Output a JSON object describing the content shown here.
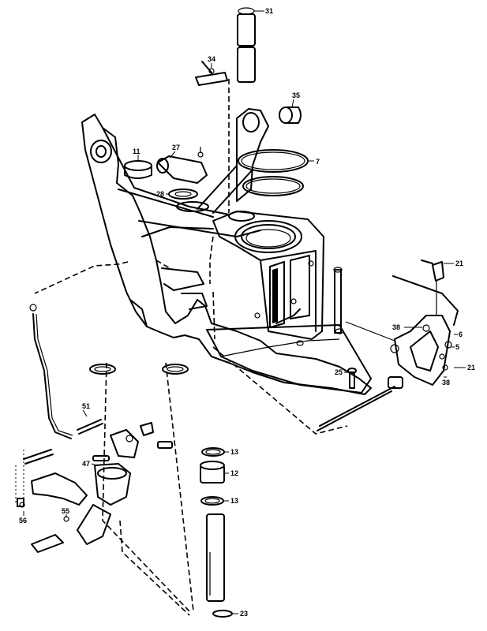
{
  "callouts": [
    {
      "id": "c31",
      "label": "31"
    },
    {
      "id": "c34",
      "label": "34"
    },
    {
      "id": "c35",
      "label": "35"
    },
    {
      "id": "c11",
      "label": "11"
    },
    {
      "id": "c27",
      "label": "27"
    },
    {
      "id": "c7",
      "label": "7"
    },
    {
      "id": "c28",
      "label": "28"
    },
    {
      "id": "c21a",
      "label": "21"
    },
    {
      "id": "c38a",
      "label": "38"
    },
    {
      "id": "c6",
      "label": "6"
    },
    {
      "id": "c5",
      "label": "5"
    },
    {
      "id": "c21b",
      "label": "21"
    },
    {
      "id": "c38b",
      "label": "38"
    },
    {
      "id": "c25",
      "label": "25"
    },
    {
      "id": "c51",
      "label": "51"
    },
    {
      "id": "c13a",
      "label": "13"
    },
    {
      "id": "c12",
      "label": "12"
    },
    {
      "id": "c13b",
      "label": "13"
    },
    {
      "id": "c47",
      "label": "47"
    },
    {
      "id": "c55",
      "label": "55"
    },
    {
      "id": "c56",
      "label": "56"
    },
    {
      "id": "c23",
      "label": "23"
    }
  ]
}
